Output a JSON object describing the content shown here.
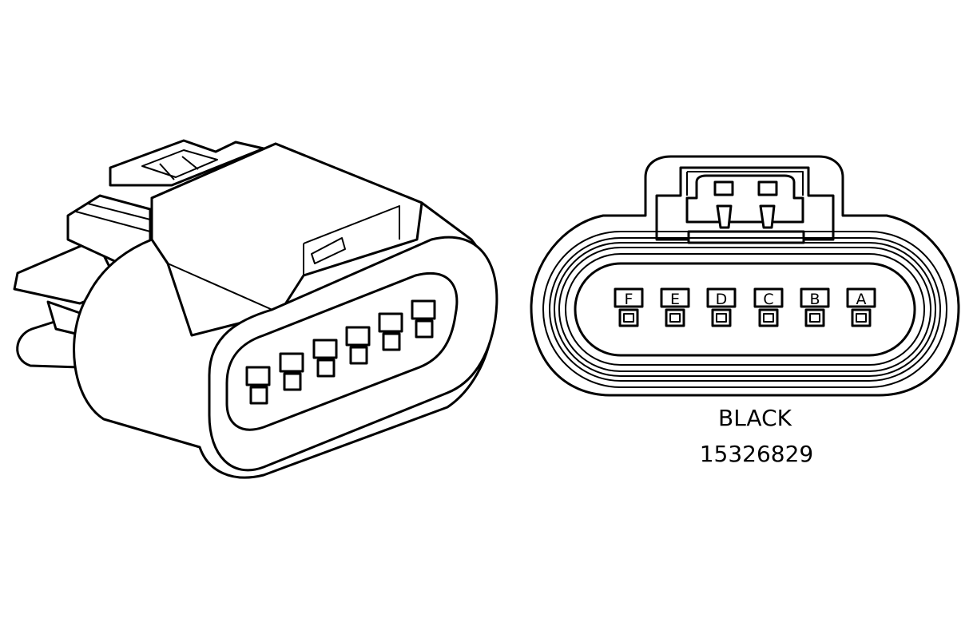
{
  "front_view": {
    "pin_labels": [
      "F",
      "E",
      "D",
      "C",
      "B",
      "A"
    ]
  },
  "color_label": "BLACK",
  "part_number": "15326829",
  "colors": {
    "line": "#000000",
    "background": "#ffffff"
  }
}
